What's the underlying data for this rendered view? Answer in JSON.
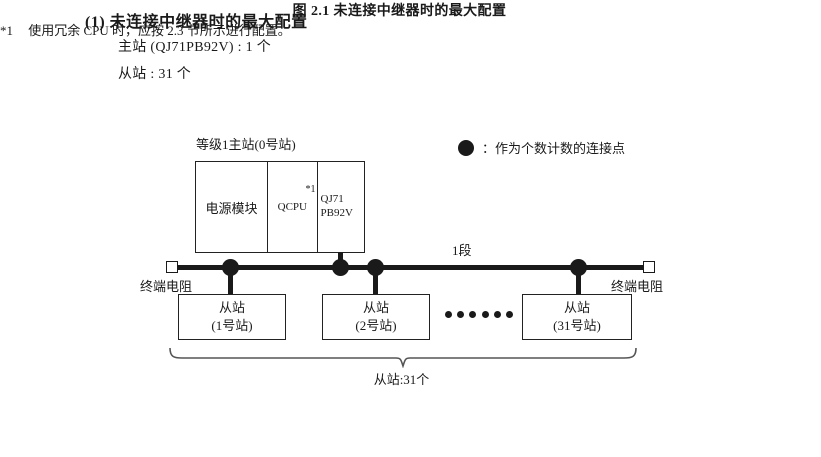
{
  "heading": {
    "number": "(1)",
    "title": "未连接中继器时的最大配置",
    "line1": "主站 (QJ71PB92V) : 1 个",
    "line2": "从站 : 31 个"
  },
  "legend": {
    "symbol": "filled-circle",
    "text": "：作为个数计数的连接点"
  },
  "diagram": {
    "master_label": "等级1主站(0号站)",
    "rack": {
      "power_module": "电源模块",
      "cpu": "QCPU",
      "cpu_footnote_mark": "*1",
      "network_line1": "QJ71",
      "network_line2": "PB92V"
    },
    "segment_label": "1段",
    "terminator_left": "终端电阻",
    "terminator_right": "终端电阻",
    "slaves": [
      {
        "name": "从站",
        "station": "(1号站)"
      },
      {
        "name": "从站",
        "station": "(2号站)"
      },
      {
        "name": "从站",
        "station": "(31号站)"
      }
    ],
    "ellipsis_dot_count": 6,
    "node_count": 4,
    "brace_label": "从站:31个"
  },
  "caption": "图 2.1  未连接中继器时的最大配置",
  "footnote": {
    "mark": "*1",
    "text": "使用冗余 CPU 时，应按 2.3 节所示进行配置。"
  },
  "colors": {
    "ink": "#1a1a1a",
    "line": "#222222",
    "background": "#ffffff"
  }
}
